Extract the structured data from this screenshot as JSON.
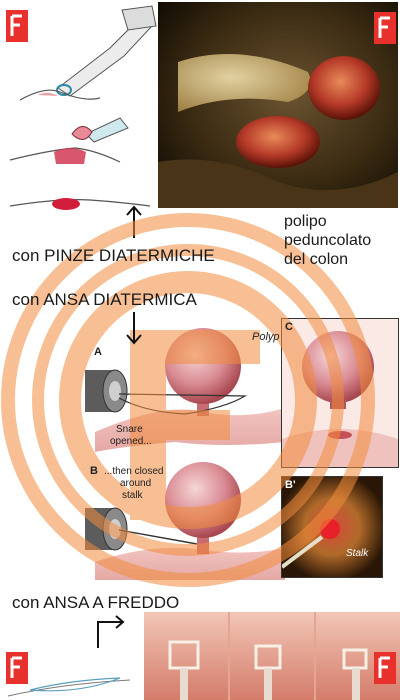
{
  "captions": {
    "pinze": "con PINZE DIATERMICHE",
    "ansa": "con ANSA DIATERMICA",
    "freddo": "con ANSA A FREDDO",
    "polipo_line1": "polipo",
    "polipo_line2": "peduncolato",
    "polipo_line3": "del colon"
  },
  "illustration_labels": {
    "panel_a": "A",
    "panel_b": "B",
    "panel_c": "C",
    "panel_b_prime": "B'",
    "polyp": "Polyp",
    "snare_opened_1": "Snare",
    "snare_opened_2": "opened...",
    "closed_1": "...then closed",
    "closed_2": "around",
    "closed_3": "stalk",
    "stalk": "Stalk"
  },
  "colors": {
    "watermark": "#f28c3c",
    "logo": "#e8302c",
    "tissue": "#c8485a",
    "polyp": "#d9707e",
    "endoscopy_bg": "#3a2a12"
  },
  "icons": [
    "brand-logo-icon",
    "arrow-up-icon",
    "arrow-down-icon",
    "arrow-bend-right-icon"
  ]
}
